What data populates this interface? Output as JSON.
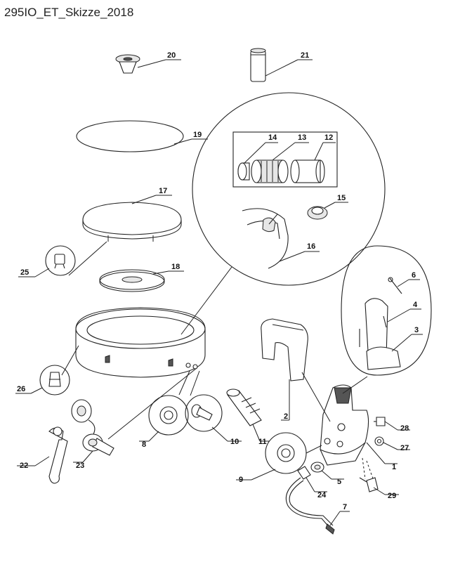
{
  "title": "295IO_ET_Skizze_2018",
  "parts": [
    {
      "id": "p20",
      "label": "20"
    },
    {
      "id": "p21",
      "label": "21"
    },
    {
      "id": "p19",
      "label": "19"
    },
    {
      "id": "p17",
      "label": "17"
    },
    {
      "id": "p14",
      "label": "14"
    },
    {
      "id": "p13",
      "label": "13"
    },
    {
      "id": "p12",
      "label": "12"
    },
    {
      "id": "p15",
      "label": "15"
    },
    {
      "id": "p16",
      "label": "16"
    },
    {
      "id": "p18",
      "label": "18"
    },
    {
      "id": "p25",
      "label": "25"
    },
    {
      "id": "p6",
      "label": "6"
    },
    {
      "id": "p4",
      "label": "4"
    },
    {
      "id": "p3",
      "label": "3"
    },
    {
      "id": "p26",
      "label": "26"
    },
    {
      "id": "p2",
      "label": "2"
    },
    {
      "id": "p8",
      "label": "8"
    },
    {
      "id": "p10",
      "label": "10"
    },
    {
      "id": "p11",
      "label": "11"
    },
    {
      "id": "p28",
      "label": "28"
    },
    {
      "id": "p27",
      "label": "27"
    },
    {
      "id": "p22",
      "label": "22"
    },
    {
      "id": "p23",
      "label": "23"
    },
    {
      "id": "p9",
      "label": "9"
    },
    {
      "id": "p1",
      "label": "1"
    },
    {
      "id": "p5",
      "label": "5"
    },
    {
      "id": "p24",
      "label": "24"
    },
    {
      "id": "p29",
      "label": "29"
    },
    {
      "id": "p7",
      "label": "7"
    }
  ]
}
